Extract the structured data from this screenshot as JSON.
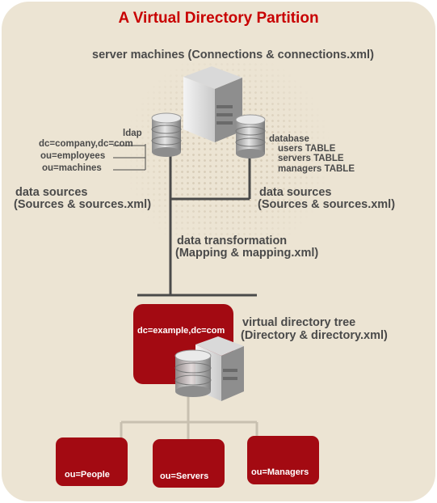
{
  "title": "A Virtual Directory Partition",
  "server_machines": {
    "label": "server machines",
    "detail": "(Connections & connections.xml)"
  },
  "ldap": {
    "label": "ldap",
    "items": [
      "dc=company,dc=com",
      "ou=employees",
      "ou=machines"
    ]
  },
  "database": {
    "label": "database",
    "items": [
      "users TABLE",
      "servers TABLE",
      "managers TABLE"
    ]
  },
  "data_sources_left": {
    "label": "data sources",
    "detail": "(Sources & sources.xml)"
  },
  "data_sources_right": {
    "label": "data sources",
    "detail": "(Sources & sources.xml)"
  },
  "data_transformation": {
    "label": "data transformation",
    "detail": "(Mapping & mapping.xml)"
  },
  "virtual_tree": {
    "label": "virtual directory tree",
    "detail": "(Directory & directory.xml)"
  },
  "root_node": "dc=example,dc=com",
  "leaves": [
    "ou=People",
    "ou=Servers",
    "ou=Managers"
  ],
  "colors": {
    "title": "#c80000",
    "box": "#a30a12",
    "background": "#ece4d3",
    "text": "#4a4a4a",
    "lines": "#4a4a4a"
  }
}
